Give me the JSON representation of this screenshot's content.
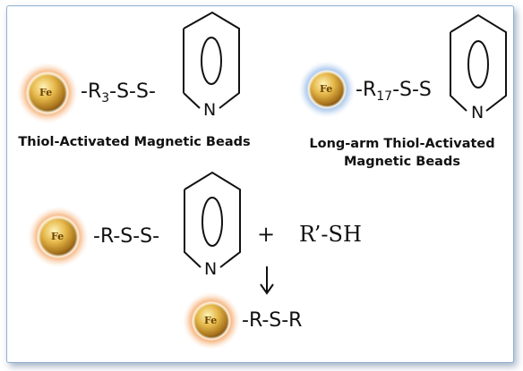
{
  "beads": {
    "fe_label": "Fe"
  },
  "pyridine": {
    "n_label": "N"
  },
  "top_left": {
    "chain_prefix": "-R",
    "chain_sub": "3",
    "chain_suffix": "-S-S-",
    "label": "Thiol-Activated Magnetic Beads"
  },
  "top_right": {
    "chain_prefix": "-R",
    "chain_sub": "17",
    "chain_suffix": "-S-S",
    "label_line1": "Long-arm Thiol-Activated",
    "label_line2": "Magnetic Beads"
  },
  "reaction": {
    "chain": "-R-S-S-",
    "plus": "+",
    "reagent": "R’-SH",
    "arrow": "↓",
    "product_chain": "-R-S-R"
  },
  "colors": {
    "glow_orange": "#f4a66a",
    "glow_blue": "#8fb6e2",
    "bead_gold": "#d9a93a",
    "frame_border": "#8fb0d0"
  }
}
